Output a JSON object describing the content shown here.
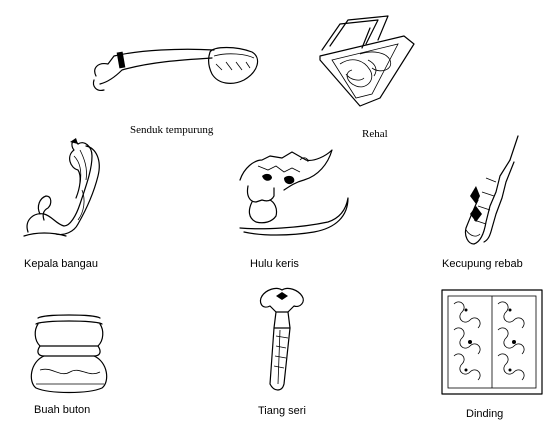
{
  "items": [
    {
      "key": "senduk",
      "label": "Senduk tempurung",
      "icon": "coconut-ladle-icon"
    },
    {
      "key": "rehal",
      "label": "Rehal",
      "icon": "book-rest-icon"
    },
    {
      "key": "kepala",
      "label": "Kepala bangau",
      "icon": "heron-head-icon"
    },
    {
      "key": "hulu",
      "label": "Hulu keris",
      "icon": "keris-hilt-icon"
    },
    {
      "key": "kecupung",
      "label": "Kecupung rebab",
      "icon": "rebab-finial-icon"
    },
    {
      "key": "buah",
      "label": "Buah buton",
      "icon": "buton-knob-icon"
    },
    {
      "key": "tiang",
      "label": "Tiang seri",
      "icon": "tiang-seri-icon"
    },
    {
      "key": "dinding",
      "label": "Dinding",
      "icon": "carved-wall-panel-icon"
    }
  ]
}
